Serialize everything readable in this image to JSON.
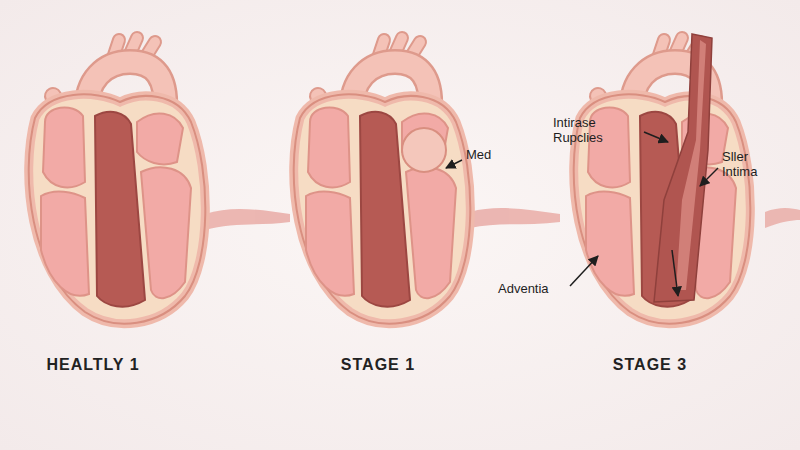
{
  "diagram": {
    "labels": [
      "HEALTLY 1",
      "STAGE 1",
      "STAGE 3",
      "Med",
      "Intirase Rupclies",
      "Sller Intima",
      "Adventia"
    ]
  }
}
